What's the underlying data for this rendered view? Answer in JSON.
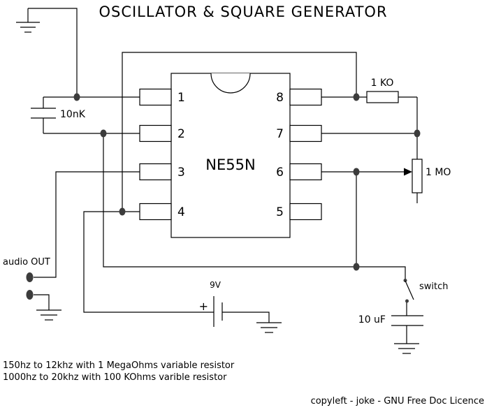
{
  "title": "OSCILLATOR & SQUARE GENERATOR",
  "chip": {
    "label": "NE55N",
    "pins_left": [
      "1",
      "2",
      "3",
      "4"
    ],
    "pins_right": [
      "8",
      "7",
      "6",
      "5"
    ]
  },
  "labels": {
    "timing_capacitor": "10nK",
    "resistor": "1 KO",
    "potentiometer": "1 MO",
    "battery_voltage": "9V",
    "battery_plus": "+",
    "switch": "switch",
    "output_capacitor": "10 uF",
    "audio_out": "audio OUT"
  },
  "notes": [
    "150hz to 12khz with 1 MegaOhms variable resistor",
    "1000hz to 20khz with 100 KOhms varible resistor"
  ],
  "footer": "copyleft - joke - GNU Free Doc Licence",
  "colors": {
    "line": "#000000",
    "dot": "#3c3c3c",
    "background": "#ffffff"
  }
}
